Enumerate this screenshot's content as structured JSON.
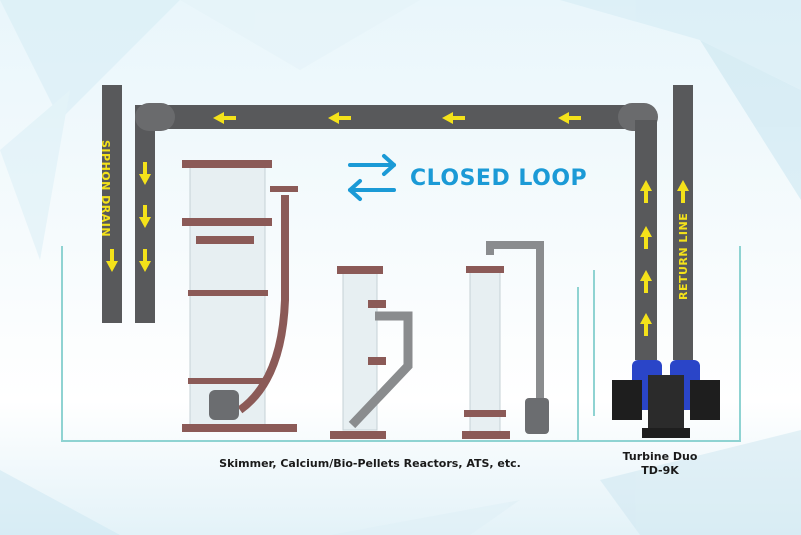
{
  "diagram": {
    "loop_label": "CLOSED LOOP",
    "siphon_label": "SIPHON DRAIN",
    "return_label": "RETURN LINE",
    "equipment_label": "Skimmer, Calcium/Bio-Pellets Reactors, ATS, etc.",
    "pump_name": "Turbine Duo",
    "pump_model": "TD-9K"
  },
  "colors": {
    "pipe": "#58595b",
    "equipment_accent": "#8b5a57",
    "tank_edge": "#8fd3d2",
    "pump_blue": "#2a45c8",
    "arrow": "#f4e21a",
    "loop_icon": "#1b9ad6"
  },
  "icons": [
    "loop-arrows-icon",
    "flow-arrow-icon"
  ]
}
